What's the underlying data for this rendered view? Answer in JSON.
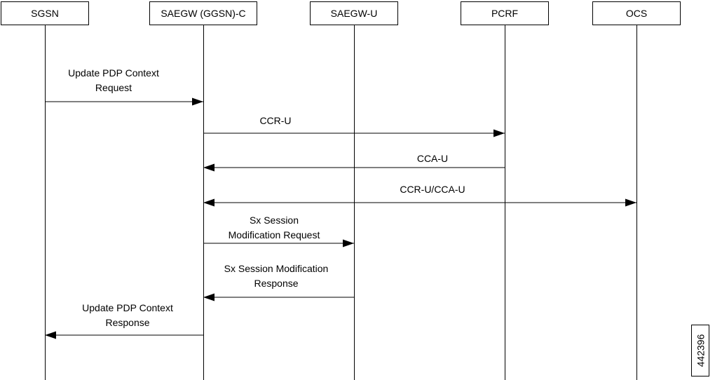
{
  "diagram": {
    "nodes": [
      {
        "id": "sgsn",
        "label": "SGSN"
      },
      {
        "id": "saegw-c",
        "label": "SAEGW (GGSN)-C"
      },
      {
        "id": "saegw-u",
        "label": "SAEGW-U"
      },
      {
        "id": "pcrf",
        "label": "PCRF"
      },
      {
        "id": "ocs",
        "label": "OCS"
      }
    ],
    "messages": [
      {
        "label": "Update PDP Context\nRequest",
        "from": "sgsn",
        "to": "saegw-c",
        "bidirectional": false
      },
      {
        "label": "CCR-U",
        "from": "saegw-c",
        "to": "pcrf",
        "bidirectional": false
      },
      {
        "label": "CCA-U",
        "from": "pcrf",
        "to": "saegw-c",
        "bidirectional": false
      },
      {
        "label": "CCR-U/CCA-U",
        "from": "saegw-c",
        "to": "ocs",
        "bidirectional": true
      },
      {
        "label": "Sx Session\nModification Request",
        "from": "saegw-c",
        "to": "saegw-u",
        "bidirectional": false
      },
      {
        "label": "Sx Session Modification\nResponse",
        "from": "saegw-u",
        "to": "saegw-c",
        "bidirectional": false
      },
      {
        "label": "Update PDP Context\nResponse",
        "from": "saegw-c",
        "to": "sgsn",
        "bidirectional": false
      }
    ]
  },
  "figure_id": "442396"
}
